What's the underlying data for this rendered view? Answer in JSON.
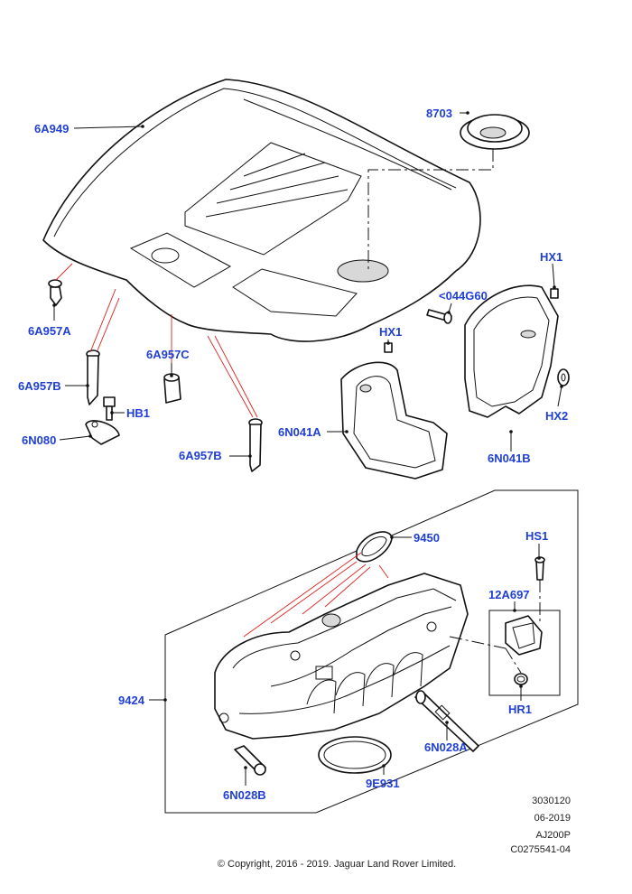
{
  "labels": {
    "cover": "6A949",
    "cap": "8703",
    "clip_a": "6A957A",
    "clip_b1": "6A957B",
    "clip_b2": "6A957B",
    "clip_c": "6A957C",
    "bolt_hb1": "HB1",
    "bracket": "6N080",
    "hx1_left": "HX1",
    "hx1_right": "HX1",
    "stud": "<044G60",
    "shield_a": "6N041A",
    "shield_b": "6N041B",
    "hx2": "HX2",
    "gasket": "9450",
    "manifold": "9424",
    "hs1": "HS1",
    "sensor": "12A697",
    "hr1": "HR1",
    "stud_bolt": "6N028A",
    "bolt_b": "6N028B",
    "oring": "9E931"
  },
  "meta": {
    "line1": "3030120",
    "line2": "06-2019",
    "line3": "AJ200P",
    "line4": "C0275541-04"
  },
  "copyright": "© Copyright, 2016 - 2019. Jaguar Land Rover Limited.",
  "colors": {
    "label": "#1f3fd6",
    "leader_red": "#e02020",
    "line": "#111111"
  }
}
